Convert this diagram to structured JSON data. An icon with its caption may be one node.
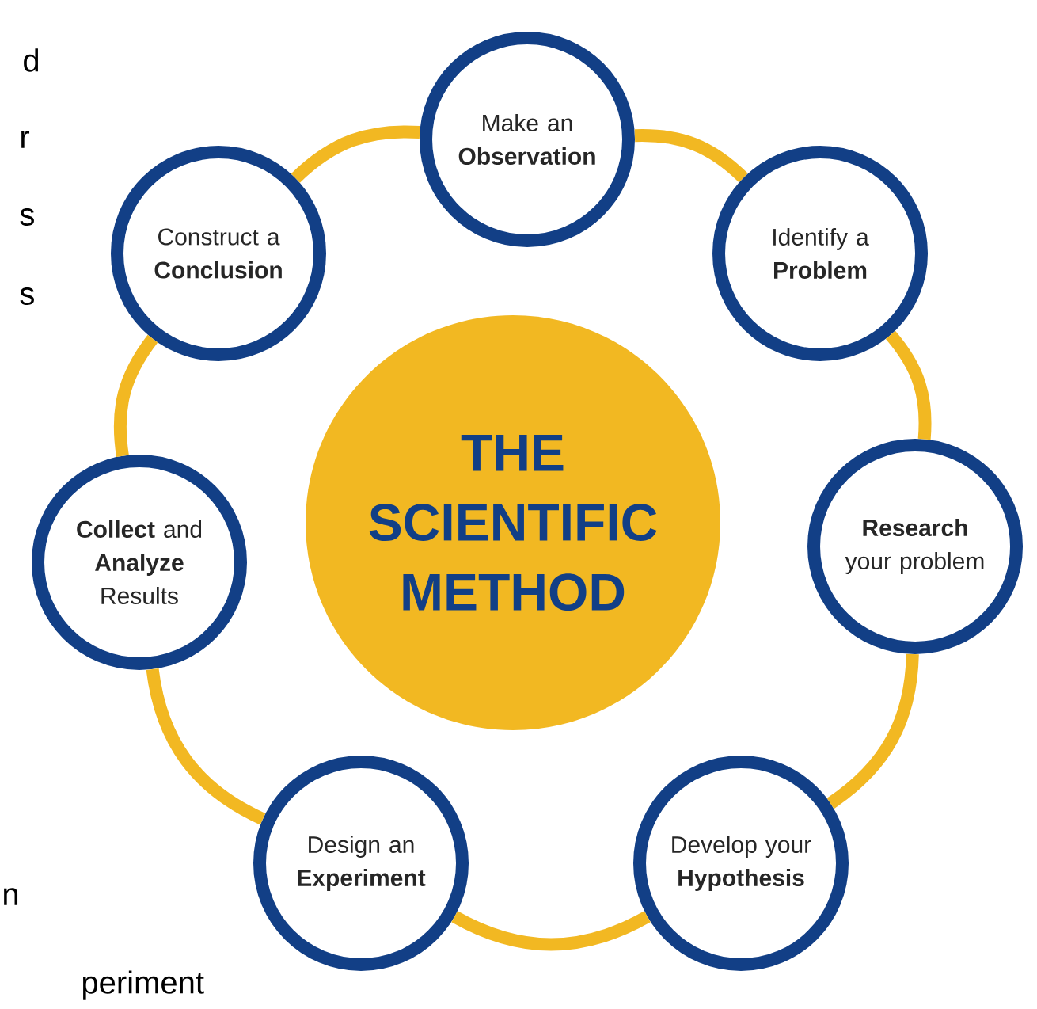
{
  "diagram": {
    "nodes": [
      {
        "text": [
          "THE SCIENTIFIC METHOD"
        ]
      },
      {
        "text": [
          "Make an **Observation**"
        ]
      },
      {
        "text": [
          "Identify a **Problem**"
        ]
      },
      {
        "text": [
          "**Research** your problem"
        ]
      },
      {
        "text": [
          "Develop your **Hypothesis**"
        ]
      },
      {
        "text": [
          "Design an **Experiment**"
        ]
      },
      {
        "text": [
          "**Collect** and **Analyze** Results"
        ]
      },
      {
        "text": [
          "Construct a **Conclusion**"
        ]
      }
    ],
    "edges": [
      {
        "from": 1,
        "to": 2,
        "arrow": "none"
      },
      {
        "from": 2,
        "to": 3,
        "arrow": "none"
      },
      {
        "from": 3,
        "to": 4,
        "arrow": "none"
      },
      {
        "from": 4,
        "to": 5,
        "arrow": "none"
      },
      {
        "from": 5,
        "to": 6,
        "arrow": "none"
      },
      {
        "from": 6,
        "to": 7,
        "arrow": "none"
      },
      {
        "from": 7,
        "to": 1,
        "arrow": "none"
      }
    ],
    "labels": [
      "d",
      "r",
      "s",
      "s",
      "n",
      "periment"
    ]
  }
}
